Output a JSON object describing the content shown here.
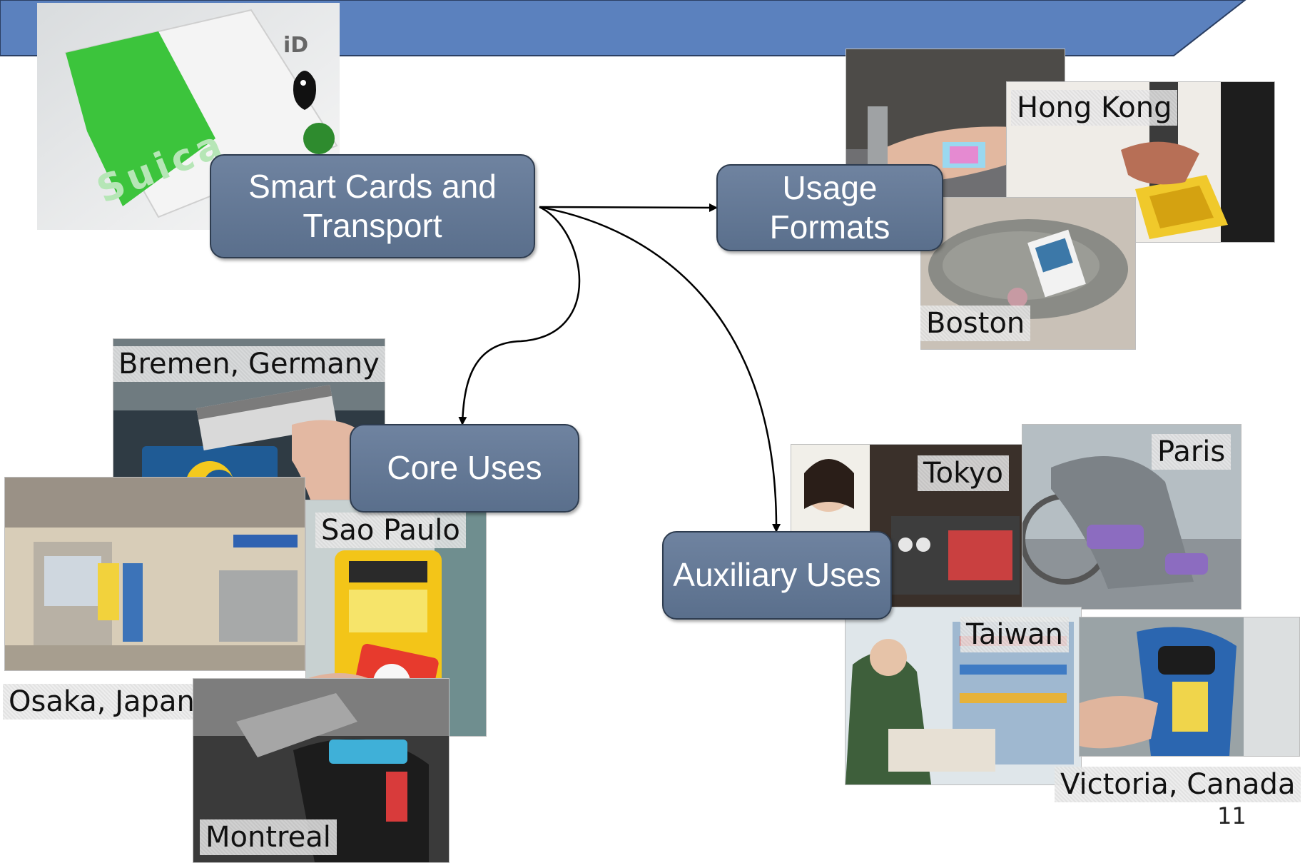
{
  "colors": {
    "banner": "#5b81be",
    "node_fill": "#64799a",
    "node_border": "#2e3c4f",
    "arrow": "#000000"
  },
  "nodes": {
    "root": "Smart Cards and Transport",
    "usage": "Usage Formats",
    "core": "Core Uses",
    "auxiliary": "Auxiliary Uses"
  },
  "cities": {
    "hong_kong": "Hong Kong",
    "boston": "Boston",
    "bremen": "Bremen, Germany",
    "sao_paulo": "Sao Paulo",
    "osaka": "Osaka, Japan",
    "montreal": "Montreal",
    "tokyo": "Tokyo",
    "paris": "Paris",
    "taiwan": "Taiwan",
    "victoria": "Victoria, Canada"
  },
  "card": {
    "brand": "Suica",
    "logo": "iD"
  },
  "slide_number": "11"
}
